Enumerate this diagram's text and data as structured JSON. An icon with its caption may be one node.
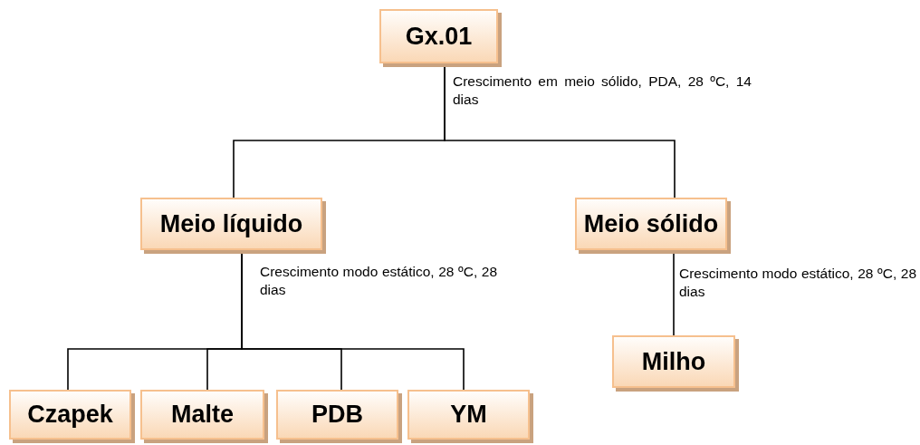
{
  "diagram": {
    "nodes": [
      {
        "text": [
          "Gx.01"
        ]
      },
      {
        "text": [
          "Meio líquido"
        ]
      },
      {
        "text": [
          "Meio sólido"
        ]
      },
      {
        "text": [
          "Czapek"
        ]
      },
      {
        "text": [
          "Malte"
        ]
      },
      {
        "text": [
          "PDB"
        ]
      },
      {
        "text": [
          "YM"
        ]
      },
      {
        "text": [
          "Milho"
        ]
      }
    ],
    "edges": [
      {
        "from": 0,
        "to": 1,
        "arrow": "none"
      },
      {
        "from": 0,
        "to": 2,
        "arrow": "none"
      },
      {
        "from": 1,
        "to": 3,
        "arrow": "none"
      },
      {
        "from": 1,
        "to": 4,
        "arrow": "none"
      },
      {
        "from": 1,
        "to": 5,
        "arrow": "none"
      },
      {
        "from": 1,
        "to": 6,
        "arrow": "none"
      },
      {
        "from": 2,
        "to": 7,
        "arrow": "none"
      }
    ],
    "labels": [
      "Crescimento em meio sólido, PDA, 28 ºC, 14 dias",
      "Crescimento modo estático, 28 ºC, 28 dias",
      "Crescimento modo estático, 28 ºC, 28 dias"
    ]
  }
}
